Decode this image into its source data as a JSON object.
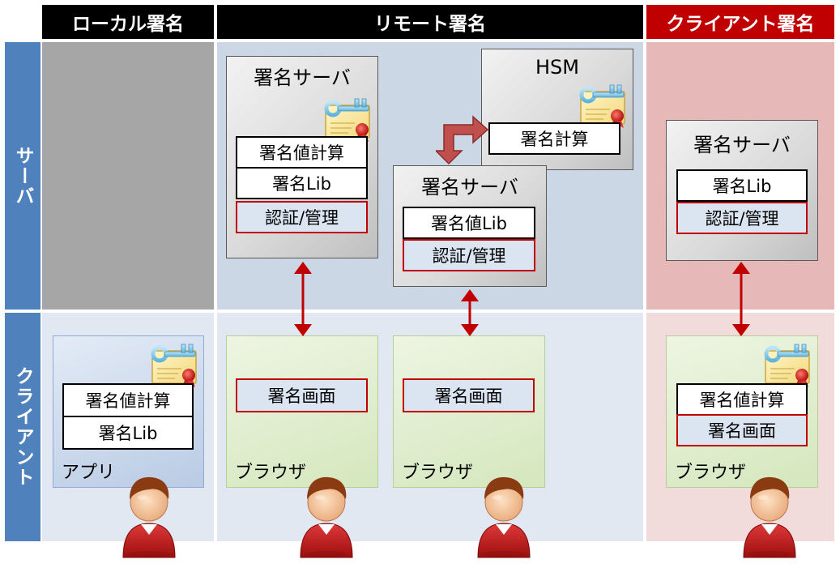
{
  "headers": {
    "local": "ローカル署名",
    "remote": "リモート署名",
    "client": "クライアント署名"
  },
  "rows": {
    "server": "サーバ",
    "client": "クライアント"
  },
  "remote_server_1": {
    "title": "署名サーバ",
    "modules": [
      "署名値計算",
      "署名Lib",
      "認証/管理"
    ]
  },
  "hsm": {
    "title": "HSM",
    "modules": [
      "署名計算"
    ]
  },
  "remote_server_2": {
    "title": "署名サーバ",
    "modules": [
      "署名値Lib",
      "認証/管理"
    ]
  },
  "client_server": {
    "title": "署名サーバ",
    "modules": [
      "署名Lib",
      "認証/管理"
    ]
  },
  "local_app": {
    "label": "アプリ",
    "modules": [
      "署名値計算",
      "署名Lib"
    ]
  },
  "browser_1": {
    "label": "ブラウザ",
    "modules": [
      "署名画面"
    ]
  },
  "browser_2": {
    "label": "ブラウザ",
    "modules": [
      "署名画面"
    ]
  },
  "browser_3": {
    "label": "ブラウザ",
    "modules": [
      "署名値計算",
      "署名画面"
    ]
  },
  "colors": {
    "header_dark": "#000000",
    "header_red": "#c00000",
    "row_label": "#4f81bd",
    "arrow": "#c00000"
  }
}
